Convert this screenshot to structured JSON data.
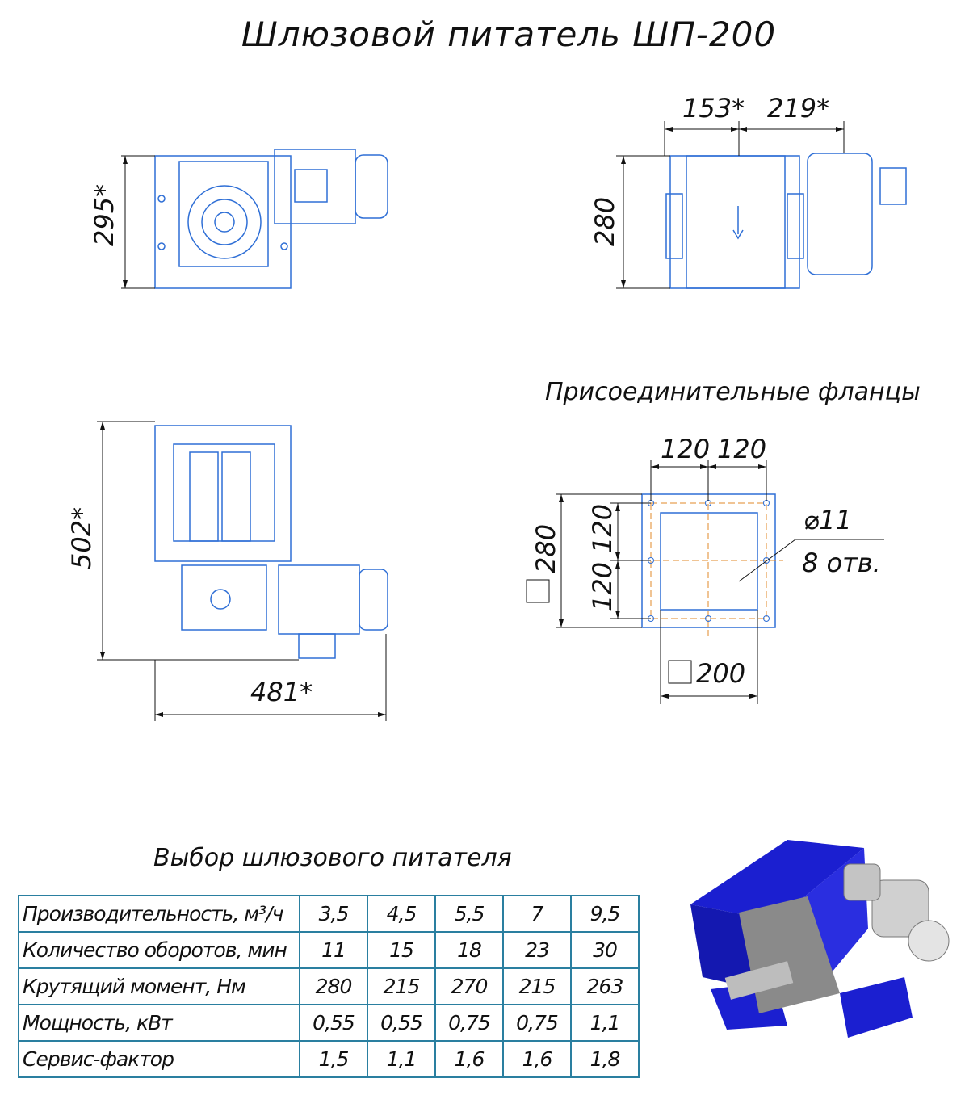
{
  "title": "Шлюзовой питатель ШП-200",
  "views": {
    "top": {
      "height_dim": "295*"
    },
    "side": {
      "height_dim": "280",
      "left_dim": "153*",
      "right_dim": "219*"
    },
    "plan": {
      "height_dim": "502*",
      "width_dim": "481*"
    }
  },
  "flange": {
    "title": "Присоединительные фланцы",
    "dim_top_left": "120",
    "dim_top_right": "120",
    "dim_side_upper": "120",
    "dim_side_lower": "120",
    "outer_square": "280",
    "inner_square": "200",
    "hole_diameter": "⌀11",
    "hole_count": "8 отв."
  },
  "selection": {
    "title": "Выбор шлюзового питателя",
    "rows": [
      {
        "label": "Производительность, м³/ч",
        "values": [
          "3,5",
          "4,5",
          "5,5",
          "7",
          "9,5"
        ]
      },
      {
        "label": "Количество оборотов, мин",
        "values": [
          "11",
          "15",
          "18",
          "23",
          "30"
        ]
      },
      {
        "label": "Крутящий момент, Нм",
        "values": [
          "280",
          "215",
          "270",
          "215",
          "263"
        ]
      },
      {
        "label": "Мощность, кВт",
        "values": [
          "0,55",
          "0,55",
          "0,75",
          "0,75",
          "1,1"
        ]
      },
      {
        "label": "Сервис-фактор",
        "values": [
          "1,5",
          "1,1",
          "1,6",
          "1,6",
          "1,8"
        ]
      }
    ]
  },
  "colors": {
    "drawing": "#2f6fd6",
    "table_border": "#2a7fa0",
    "render_blue": "#1b1fd0"
  }
}
